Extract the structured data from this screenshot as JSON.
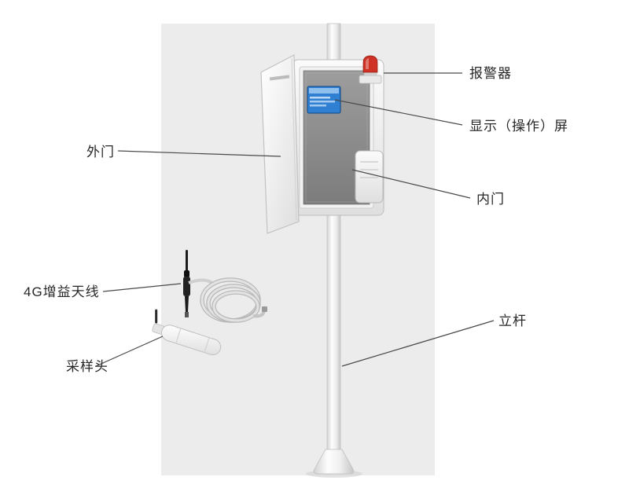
{
  "figure": {
    "type": "labeled-product-diagram",
    "subject": "pole-mounted monitoring cabinet with alarm beacon, display screen, 4G antenna and sampling head",
    "background": "#ffffff",
    "panel_background": "#ececec"
  },
  "colors": {
    "alarm_red": "#cf3224",
    "screen_blue": "#2f7fd2",
    "screen_content": "#9cc6ef",
    "leader_line": "#4a4a4a",
    "label_text": "#272727"
  },
  "labels": {
    "alarm": "报警器",
    "display_screen": "显示（操作）屏",
    "outer_door": "外门",
    "inner_door": "内门",
    "antenna_4g": "4G增益天线",
    "sampling_head": "采样头",
    "pole": "立杆"
  }
}
